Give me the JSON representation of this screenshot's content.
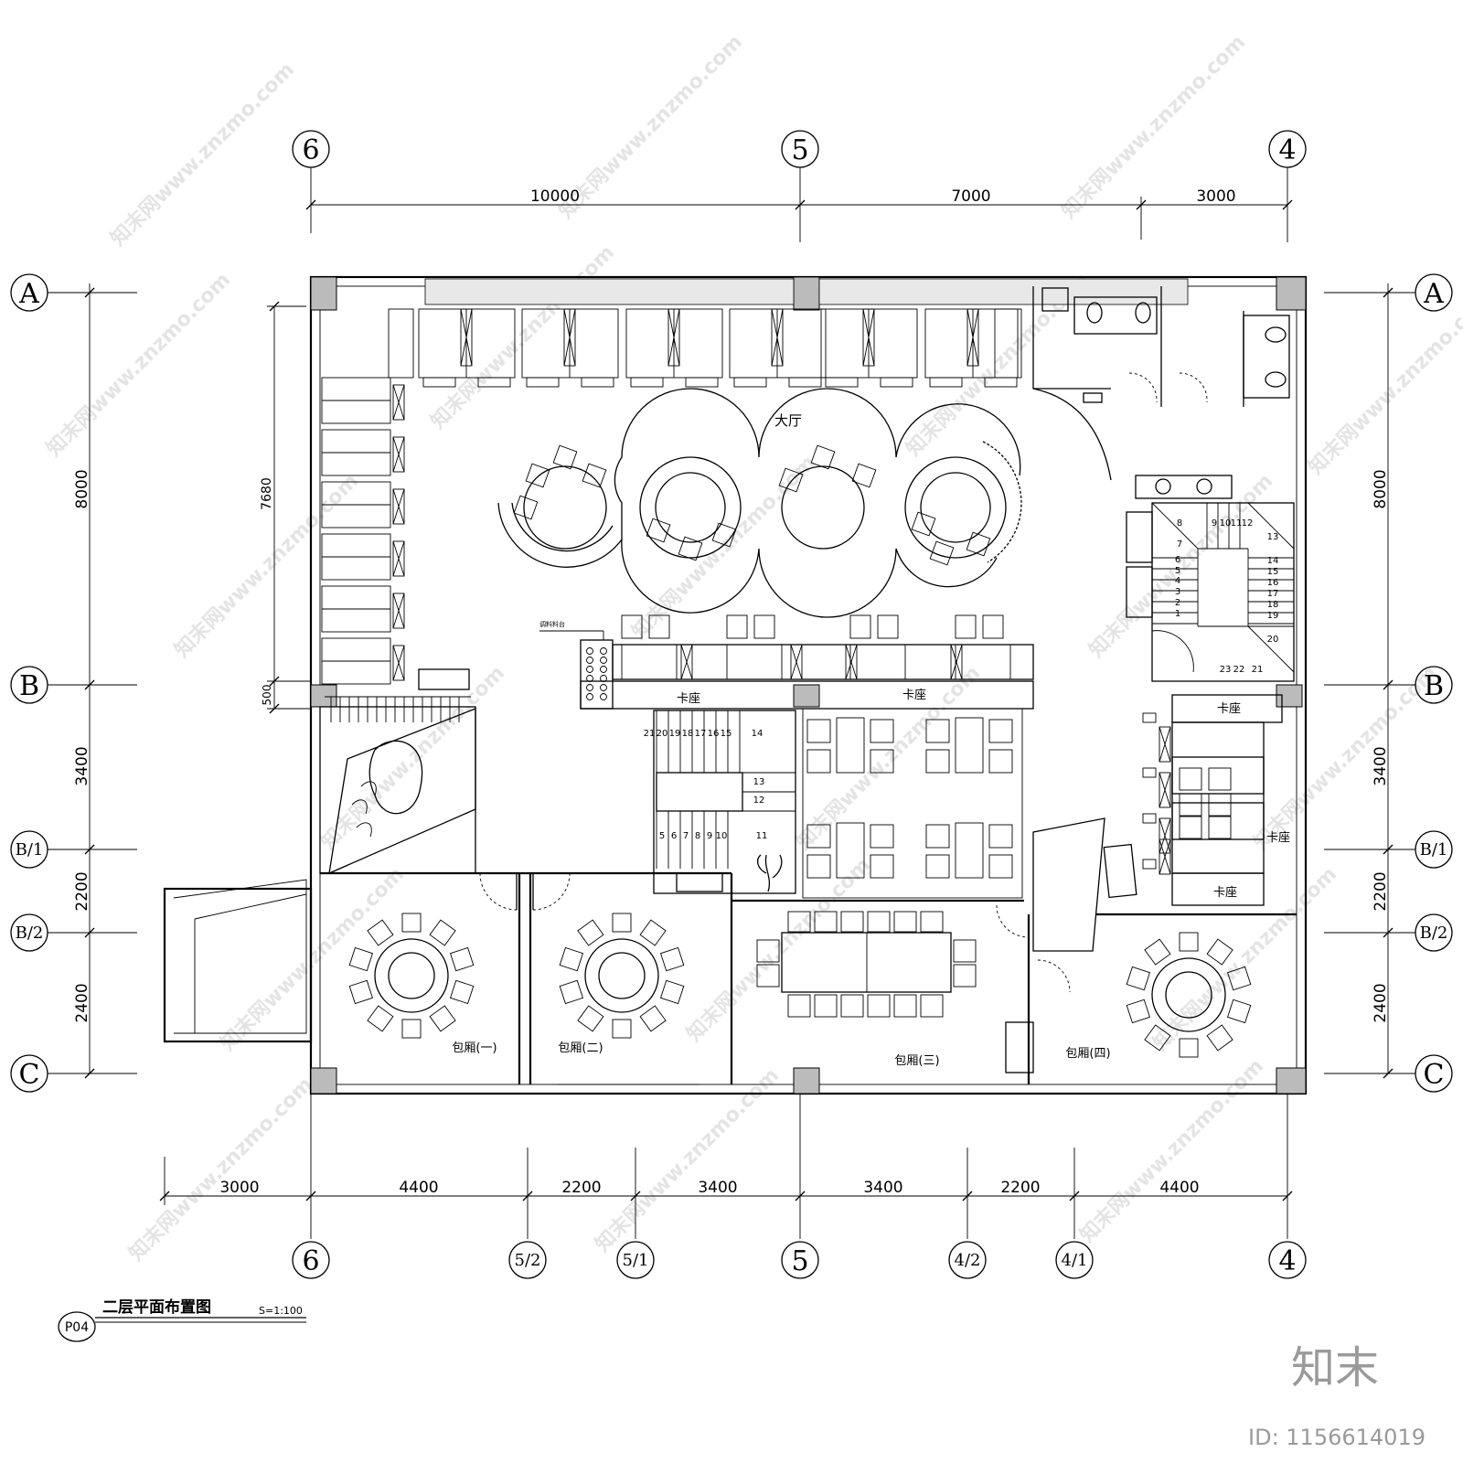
{
  "drawing": {
    "title": "二层平面布置图",
    "scale": "S=1:100",
    "sheet_no": "P04"
  },
  "grid": {
    "top_axes": [
      "6",
      "5",
      "4"
    ],
    "bottom_axes": [
      "6",
      "5/2",
      "5/1",
      "5",
      "4/2",
      "4/1",
      "4"
    ],
    "side_axes": [
      "A",
      "B",
      "B/1",
      "B/2",
      "C"
    ]
  },
  "dimensions": {
    "top": [
      "10000",
      "7000",
      "3000"
    ],
    "bottom": [
      "3000",
      "4400",
      "2200",
      "3400",
      "3400",
      "2200",
      "4400"
    ],
    "left": [
      "8000",
      "3400",
      "2200",
      "2400"
    ],
    "right": [
      "8000",
      "3400",
      "2200",
      "2400"
    ],
    "inner_left": [
      "7680",
      "500"
    ]
  },
  "rooms": {
    "hall": "大厅",
    "booth_1": "卡座",
    "booth_2": "卡座",
    "booth_right_1": "卡座",
    "booth_right_2": "卡座",
    "booth_right_3": "卡座",
    "private_1": "包厢(一)",
    "private_2": "包厢(二)",
    "private_3": "包厢(三)",
    "private_4": "包厢(四)",
    "counter_note": "调料料台"
  },
  "stairs": {
    "right_steps": [
      "8",
      "9",
      "10",
      "11",
      "12",
      "7",
      "13",
      "6",
      "14",
      "5",
      "15",
      "4",
      "16",
      "3",
      "17",
      "2",
      "18",
      "1",
      "19",
      "20",
      "23",
      "22",
      "21"
    ],
    "center_upper": [
      "21",
      "20",
      "19",
      "18",
      "17",
      "16",
      "15",
      "14"
    ],
    "center_mid": [
      "13",
      "12"
    ],
    "center_lower": [
      "5",
      "6",
      "7",
      "8",
      "9",
      "10",
      "11"
    ]
  },
  "watermark": {
    "brand": "知末",
    "id": "ID: 1156614019",
    "repeat_text": "知末网www.znzmo.com"
  }
}
